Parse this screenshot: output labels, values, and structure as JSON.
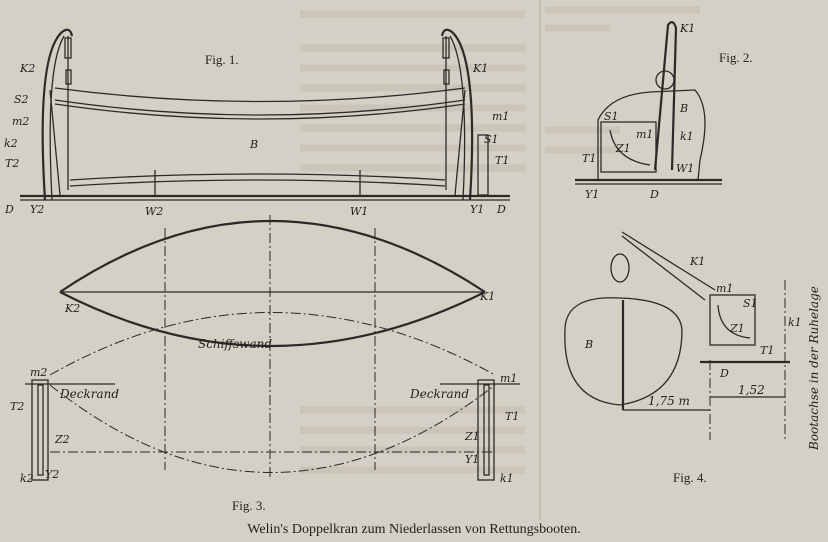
{
  "figures": {
    "fig1": {
      "label": "Fig. 1.",
      "parts": {
        "k1": "K1",
        "k2": "K2",
        "b": "B",
        "w1": "W1",
        "w2": "W2",
        "d_left": "D",
        "d_right": "D",
        "y1": "Y1",
        "y2": "Y2",
        "t1": "T1",
        "t2": "T2",
        "m1": "m1",
        "m2": "m2",
        "s1": "S1",
        "s2": "S2",
        "k_small": "k2"
      }
    },
    "fig2": {
      "label": "Fig. 2.",
      "parts": {
        "k1": "K1",
        "b": "B",
        "s1": "S1",
        "z1": "Z1",
        "m1": "m1",
        "k_small": "k1",
        "t1": "T1",
        "w1": "W1",
        "y1": "Y1",
        "d": "D"
      }
    },
    "fig3": {
      "label": "Fig. 3.",
      "schiffswand": "Schiffswand",
      "deckrand_left": "Deckrand",
      "deckrand_right": "Deckrand",
      "parts": {
        "k1": "K1",
        "k2": "K2",
        "t1": "T1",
        "t2": "T2",
        "m1": "m1",
        "m2": "m2",
        "y1": "Y1",
        "y2": "Y2",
        "z1": "Z1",
        "z2": "Z2",
        "k_small1": "k1",
        "k_small2": "k2"
      }
    },
    "fig4": {
      "label": "Fig. 4.",
      "dim1": "1,75 m",
      "dim2": "1,52",
      "axis_label": "Bootachse in der Ruhelage",
      "parts": {
        "k1": "K1",
        "b": "B",
        "m1": "m1",
        "s1": "S1",
        "z1": "Z1",
        "t1": "T1",
        "k_small": "k1",
        "d": "D"
      }
    }
  },
  "caption": "Welin's Doppelkran zum Niederlassen von Rettungsbooten."
}
